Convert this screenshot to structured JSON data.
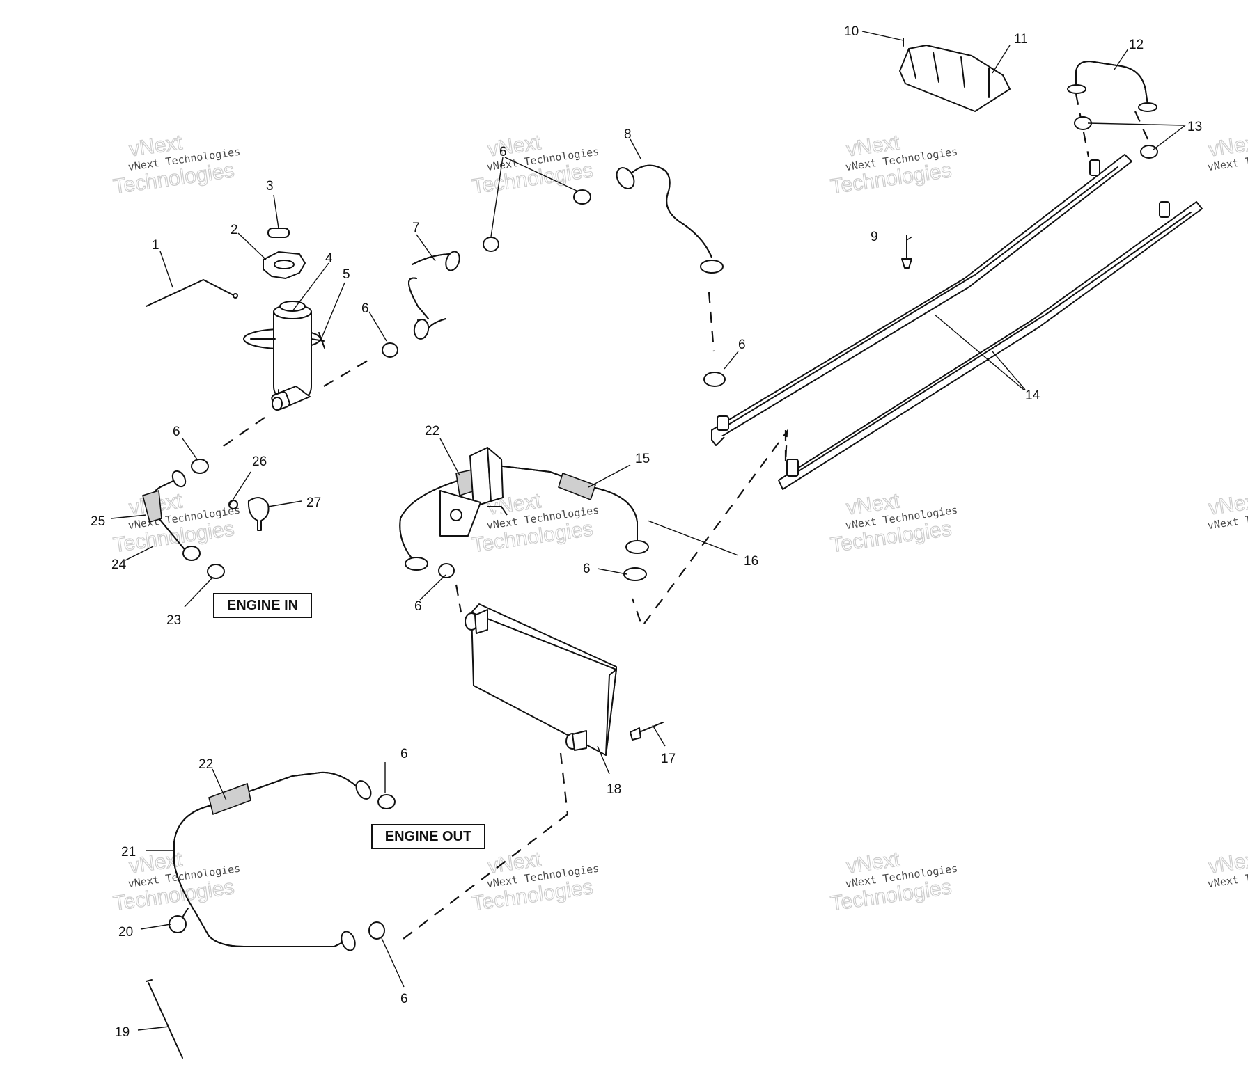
{
  "labels": {
    "engine_in": "ENGINE IN",
    "engine_out": "ENGINE OUT"
  },
  "watermark": {
    "line1": "vNext Technologies",
    "line2": "vNext",
    "line3": "Technologies"
  },
  "callouts": {
    "c1": "1",
    "c2": "2",
    "c3": "3",
    "c4": "4",
    "c5": "5",
    "c6": "6",
    "c7": "7",
    "c8": "8",
    "c9": "9",
    "c10": "10",
    "c11": "11",
    "c12": "12",
    "c13": "13",
    "c14": "14",
    "c15": "15",
    "c16": "16",
    "c17": "17",
    "c18": "18",
    "c19": "19",
    "c20": "20",
    "c21": "21",
    "c22": "22",
    "c23": "23",
    "c24": "24",
    "c25": "25",
    "c26": "26",
    "c27": "27"
  }
}
